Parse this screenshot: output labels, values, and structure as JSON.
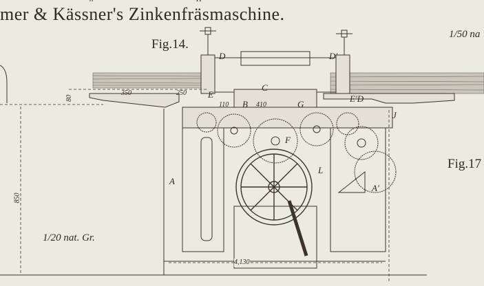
{
  "title": "mer & Kässner's Zinkenfräsmaschine.",
  "top_marks": {
    "h": "h",
    "H": "H"
  },
  "figures": {
    "fig14": "Fig.14.",
    "fig17": "Fig.17"
  },
  "scales": {
    "right": "1/50 na",
    "left": "1/20 nat. Gr."
  },
  "dimensions": {
    "height_80": "80",
    "d350": "350",
    "d250": "250",
    "d110": "110",
    "d410": "410",
    "height_850": "850",
    "width_4130": "4,130"
  },
  "part_labels": {
    "D": "D",
    "D_prime": "D'",
    "E": "E",
    "E_prime_D": "E'D",
    "B": "B",
    "C": "C",
    "G": "G",
    "J": "J",
    "F": "F",
    "L": "L",
    "A": "A",
    "A_prime": "A'"
  }
}
